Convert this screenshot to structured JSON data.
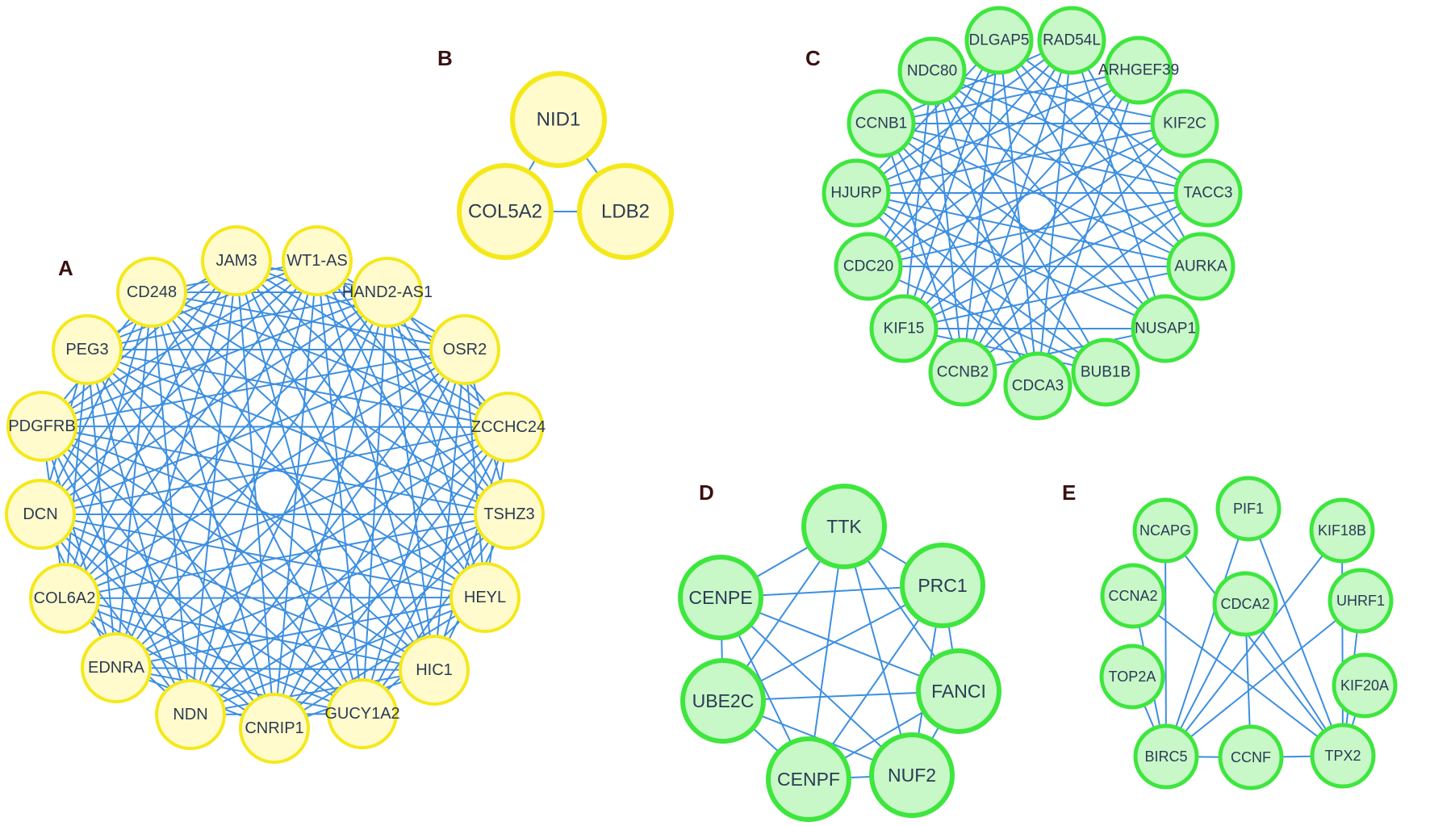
{
  "panels": [
    {
      "id": "A",
      "label": "A",
      "node_fill": "#fffbcc",
      "node_stroke": "#f5e81a",
      "edge_color": "#3d8fe0",
      "nodes": [
        "JAM3",
        "WT1-AS",
        "HAND2-AS1",
        "OSR2",
        "ZCCHC24",
        "TSHZ3",
        "HEYL",
        "HIC1",
        "GUCY1A2",
        "CNRIP1",
        "NDN",
        "EDNRA",
        "COL6A2",
        "DCN",
        "PDGFRB",
        "PEG3",
        "CD248"
      ],
      "edges": "all-pairs"
    },
    {
      "id": "B",
      "label": "B",
      "node_fill": "#fffbcc",
      "node_stroke": "#f5e81a",
      "edge_color": "#3d8fe0",
      "nodes": [
        "NID1",
        "LDB2",
        "COL5A2"
      ],
      "edges": [
        [
          0,
          1
        ],
        [
          1,
          2
        ],
        [
          2,
          0
        ]
      ]
    },
    {
      "id": "C",
      "label": "C",
      "node_fill": "#c8f7c8",
      "node_stroke": "#3ee63e",
      "edge_color": "#3d8fe0",
      "nodes": [
        "DLGAP5",
        "RAD54L",
        "ARHGEF39",
        "KIF2C",
        "TACC3",
        "AURKA",
        "NUSAP1",
        "BUB1B",
        "CDCA3",
        "CCNB2",
        "KIF15",
        "CDC20",
        "HJURP",
        "CCNB1",
        "NDC80"
      ],
      "edges": [
        [
          0,
          8
        ],
        [
          0,
          9
        ],
        [
          0,
          10
        ],
        [
          0,
          11
        ],
        [
          0,
          12
        ],
        [
          0,
          4
        ],
        [
          0,
          5
        ],
        [
          0,
          6
        ],
        [
          1,
          8
        ],
        [
          1,
          9
        ],
        [
          1,
          10
        ],
        [
          1,
          11
        ],
        [
          1,
          12
        ],
        [
          1,
          13
        ],
        [
          1,
          5
        ],
        [
          1,
          6
        ],
        [
          2,
          8
        ],
        [
          2,
          9
        ],
        [
          2,
          10
        ],
        [
          2,
          11
        ],
        [
          2,
          12
        ],
        [
          2,
          13
        ],
        [
          3,
          9
        ],
        [
          3,
          10
        ],
        [
          3,
          11
        ],
        [
          3,
          12
        ],
        [
          3,
          13
        ],
        [
          3,
          14
        ],
        [
          4,
          9
        ],
        [
          4,
          10
        ],
        [
          4,
          11
        ],
        [
          4,
          12
        ],
        [
          4,
          13
        ],
        [
          4,
          14
        ],
        [
          5,
          10
        ],
        [
          5,
          11
        ],
        [
          5,
          12
        ],
        [
          5,
          13
        ],
        [
          5,
          14
        ],
        [
          6,
          10
        ],
        [
          6,
          12
        ],
        [
          6,
          13
        ],
        [
          6,
          14
        ],
        [
          7,
          11
        ],
        [
          7,
          12
        ],
        [
          7,
          13
        ],
        [
          7,
          14
        ],
        [
          8,
          12
        ],
        [
          8,
          13
        ],
        [
          8,
          14
        ],
        [
          9,
          13
        ],
        [
          9,
          14
        ],
        [
          10,
          14
        ],
        [
          6,
          9
        ],
        [
          7,
          10
        ]
      ]
    },
    {
      "id": "D",
      "label": "D",
      "node_fill": "#c8f7c8",
      "node_stroke": "#3ee63e",
      "edge_color": "#3d8fe0",
      "nodes": [
        "TTK",
        "PRC1",
        "FANCI",
        "NUF2",
        "CENPF",
        "UBE2C",
        "CENPE"
      ],
      "edges": [
        [
          0,
          1
        ],
        [
          0,
          2
        ],
        [
          0,
          3
        ],
        [
          0,
          4
        ],
        [
          0,
          5
        ],
        [
          0,
          6
        ],
        [
          1,
          2
        ],
        [
          1,
          3
        ],
        [
          1,
          4
        ],
        [
          1,
          5
        ],
        [
          1,
          6
        ],
        [
          2,
          3
        ],
        [
          2,
          4
        ],
        [
          2,
          5
        ],
        [
          2,
          6
        ],
        [
          3,
          4
        ],
        [
          3,
          5
        ],
        [
          3,
          6
        ],
        [
          4,
          5
        ],
        [
          4,
          6
        ],
        [
          5,
          6
        ]
      ]
    },
    {
      "id": "E",
      "label": "E",
      "node_fill": "#c8f7c8",
      "node_stroke": "#3ee63e",
      "edge_color": "#3d8fe0",
      "nodes": [
        "NCAPG",
        "PIF1",
        "KIF18B",
        "CCNA2",
        "CDCA2",
        "UHRF1",
        "TOP2A",
        "KIF20A",
        "BIRC5",
        "CCNF",
        "TPX2"
      ],
      "edges": [
        [
          0,
          10
        ],
        [
          0,
          8
        ],
        [
          1,
          8
        ],
        [
          1,
          10
        ],
        [
          2,
          8
        ],
        [
          2,
          10
        ],
        [
          3,
          8
        ],
        [
          3,
          10
        ],
        [
          4,
          8
        ],
        [
          4,
          10
        ],
        [
          5,
          8
        ],
        [
          5,
          10
        ],
        [
          6,
          8
        ],
        [
          7,
          10
        ],
        [
          8,
          9
        ],
        [
          9,
          10
        ],
        [
          4,
          9
        ]
      ]
    }
  ]
}
